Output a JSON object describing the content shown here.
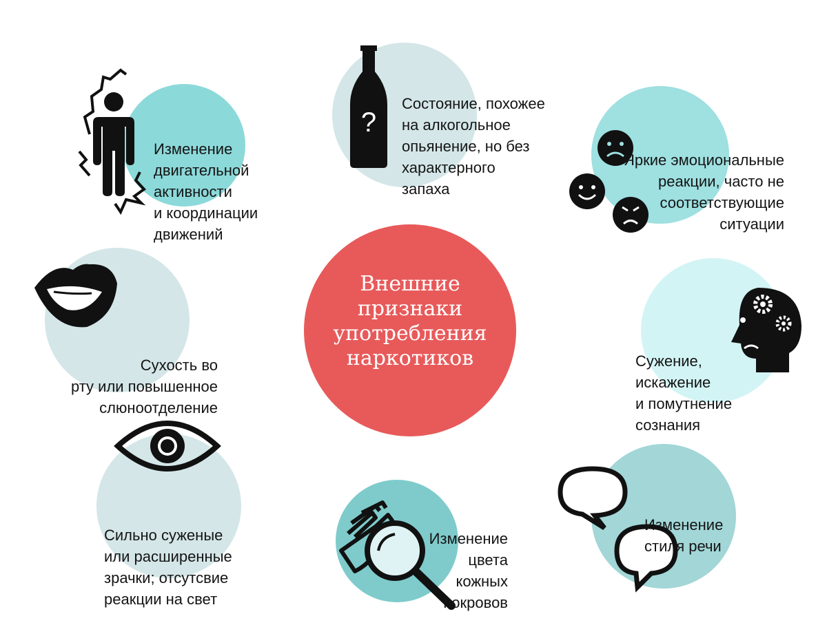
{
  "title": [
    "Внешние",
    "признаки",
    "употребления",
    "наркотиков"
  ],
  "items": [
    {
      "id": "motor",
      "lines": [
        "Изменение",
        "двигательной",
        "активности",
        "и координации",
        "движений"
      ],
      "icon": "trembling-person-icon"
    },
    {
      "id": "alcohol",
      "lines": [
        "Состояние, похожее",
        "на алкогольное",
        "опьянение, но без",
        "характерного",
        "запаха"
      ],
      "icon": "bottle-question-icon"
    },
    {
      "id": "emotions",
      "lines": [
        "Яркие эмоциональные",
        "реакции, часто не",
        "соответствующие",
        "ситуации"
      ],
      "icon": "emotion-faces-icon"
    },
    {
      "id": "mouth",
      "lines": [
        "Сухость во",
        "рту или повышенное",
        "слюноотделение"
      ],
      "icon": "lips-icon"
    },
    {
      "id": "consciousness",
      "lines": [
        "Сужение,",
        "искажение",
        "и помутнение",
        "сознания"
      ],
      "icon": "head-gears-icon"
    },
    {
      "id": "pupils",
      "lines": [
        "Сильно суженые",
        "или расширенные",
        "зрачки; отсутсвие",
        "реакции на свет"
      ],
      "icon": "eye-icon"
    },
    {
      "id": "skin",
      "lines": [
        "Изменение",
        "цвета",
        "кожных",
        "покровов"
      ],
      "icon": "hand-magnifier-icon"
    },
    {
      "id": "speech",
      "lines": [
        "Изменение",
        "стиля речи"
      ],
      "icon": "speech-bubbles-icon"
    }
  ],
  "colors": {
    "center": "#e85a5a",
    "turquoise": "#8cd9da",
    "light": "#d4e6e8",
    "pale": "#d3f4f5",
    "teal": "#7fcbcc",
    "speech": "#a2d6d7"
  }
}
